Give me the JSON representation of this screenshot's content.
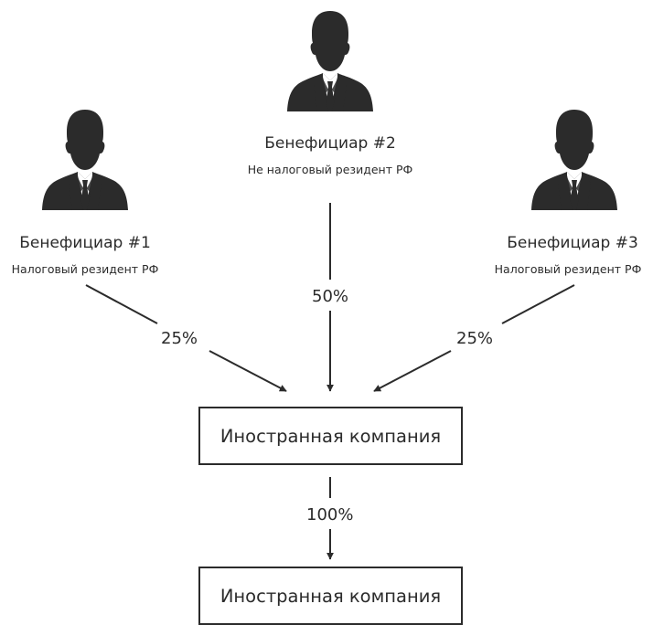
{
  "beneficiaries": [
    {
      "name": "Бенефициар #1",
      "status": "Налоговый резидент РФ",
      "icon": "person-icon"
    },
    {
      "name": "Бенефициар #2",
      "status": "Не налоговый резидент РФ",
      "icon": "person-icon"
    },
    {
      "name": "Бенефициар #3",
      "status": "Налоговый резидент РФ",
      "icon": "person-icon"
    }
  ],
  "shares": {
    "b1": "25%",
    "b2": "50%",
    "b3": "25%",
    "company": "100%"
  },
  "companies": [
    {
      "label": "Иностранная компания"
    },
    {
      "label": "Иностранная компания"
    }
  ],
  "colors": {
    "ink": "#2b2b2b",
    "background": "#ffffff"
  }
}
